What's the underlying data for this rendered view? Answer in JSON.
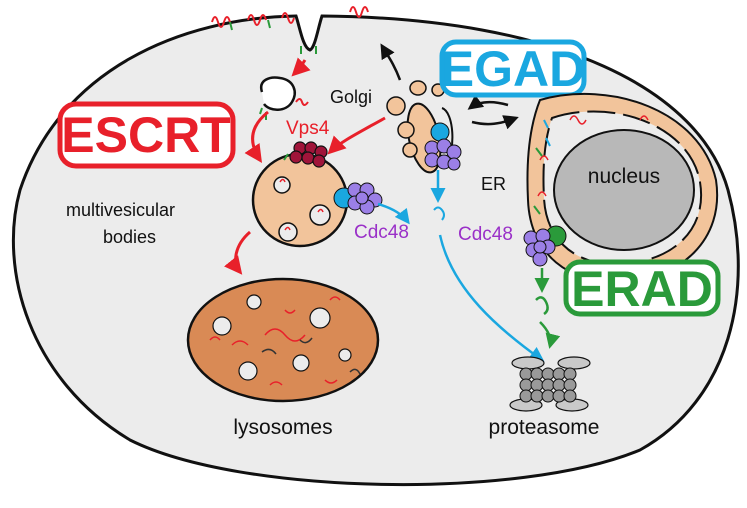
{
  "pathways": {
    "escrt": "ESCRT",
    "egad": "EGAD",
    "erad": "ERAD"
  },
  "labels": {
    "golgi": "Golgi",
    "er": "ER",
    "nucleus": "nucleus",
    "multivesicular_bodies_line1": "multivesicular",
    "multivesicular_bodies_line2": "bodies",
    "lysosomes": "lysosomes",
    "proteasome": "proteasome"
  },
  "proteins": {
    "vps4": "Vps4",
    "cdc48_mvb": "Cdc48",
    "cdc48_er": "Cdc48"
  },
  "colors": {
    "escrt": "#e8202a",
    "egad": "#1aa7e0",
    "erad": "#2a9a3a",
    "cdc48": "#9a30c8",
    "cell_fill": "#ececec",
    "mvb_fill": "#f2c49b",
    "lysosome_fill": "#d98a55",
    "nucleus_fill": "#b8b8b8",
    "proteasome_fill": "#9a9a9a"
  }
}
